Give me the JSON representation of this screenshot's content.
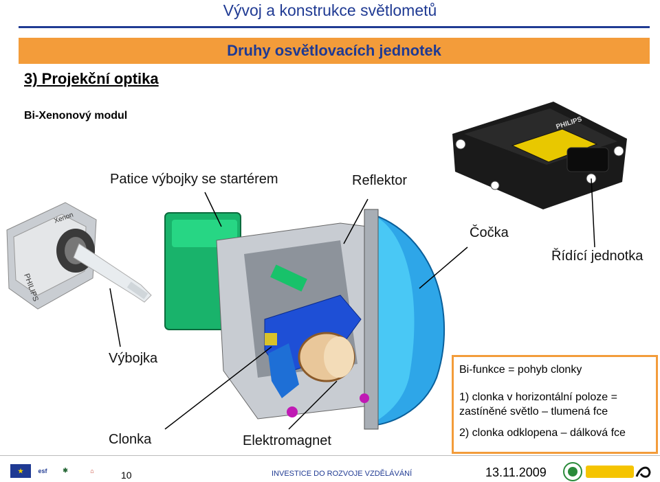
{
  "header": {
    "title": "Vývoj a konstrukce světlometů",
    "banner": "Druhy osvětlovacích jednotek"
  },
  "section": {
    "title": "3) Projekční optika",
    "subtitle": "Bi-Xenonový modul"
  },
  "labels": {
    "patice": "Patice výbojky se startérem",
    "reflektor": "Reflektor",
    "cocka": "Čočka",
    "ridici_jednotka": "Řídící jednotka",
    "vybojka": "Výbojka",
    "clonka": "Clonka",
    "elektromagnet": "Elektromagnet"
  },
  "info": {
    "line1": "Bi-funkce = pohyb clonky",
    "line2": "1) clonka v horizontální poloze =",
    "line3": "zastíněné světlo – tlumená fce",
    "line4": "2) clonka odklopena – dálková fce"
  },
  "images": {
    "bulb_brand": "PHILIPS",
    "bulb_model": "Xenon",
    "ecu_brand": "PHILIPS"
  },
  "footer": {
    "page_number": "10",
    "program": "INVESTICE DO ROZVOJE VZDĚLÁVÁNÍ",
    "date": "13.11.2009",
    "logos": [
      "eu-flag",
      "esf",
      "msmt",
      "oppa",
      "skoda",
      "bi-tech"
    ]
  },
  "colors": {
    "accent_blue": "#1f3a93",
    "banner_orange": "#f39c3a"
  }
}
